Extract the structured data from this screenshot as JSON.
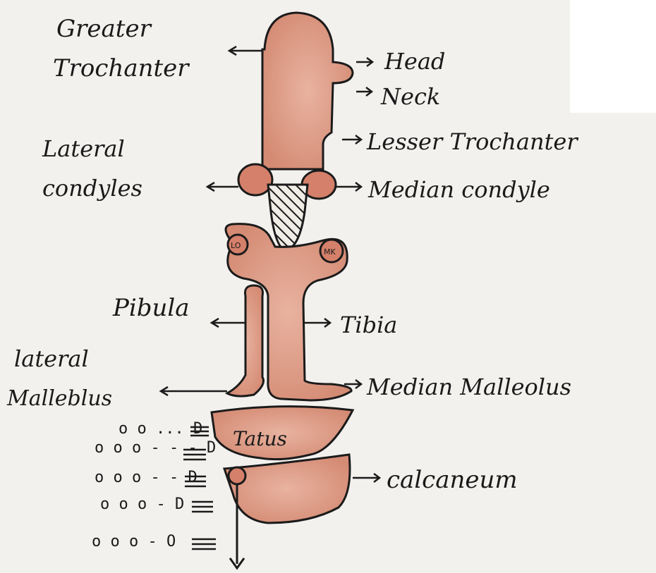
{
  "labels": {
    "greater_trochanter_1": "Greater",
    "greater_trochanter_2": "Trochanter",
    "head": "Head",
    "neck": "Neck",
    "lesser_trochanter": "Lesser Trochanter",
    "lateral_condyles_1": "Lateral",
    "lateral_condyles_2": "condyles",
    "median_condyle": "Median condyle",
    "lo": "LO",
    "mk": "MK",
    "fibula": "Pibula",
    "tibia": "Tibia",
    "lateral_malleolus_1": "lateral",
    "lateral_malleolus_2": "Malleblus",
    "median_malleolus": "Median Malleolus",
    "tarsus": "Tatus",
    "calcaneum": "calcaneum"
  },
  "foot_bones": [
    "o o ... D",
    "o o o - - - D",
    "o o o - - D",
    "o o o - D",
    "o o o - O"
  ],
  "colors": {
    "bone_fill": "#e2a58f",
    "bone_shade": "#c9735d",
    "outline": "#1b1b1b",
    "paper": "#f3f1ee"
  }
}
